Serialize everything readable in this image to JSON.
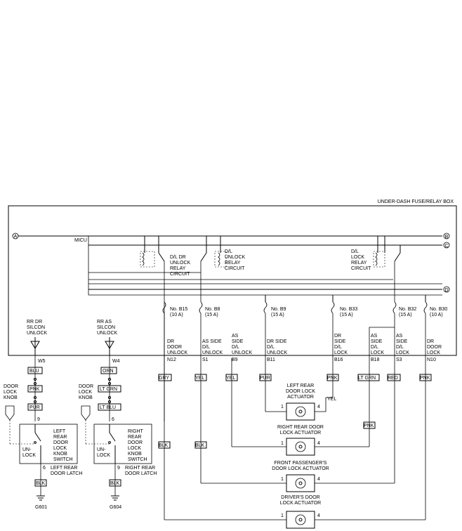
{
  "box_title": "UNDER-DASH FUSE/RELAY BOX",
  "buses": {
    "a": "A",
    "b": "B",
    "c": "C",
    "d": "D",
    "micu": "MICU"
  },
  "relays": {
    "dr_unlock": [
      "D/L DR",
      "UNLOCK",
      "RELAY",
      "CIRCUIT"
    ],
    "unlock": [
      "D/L",
      "UNLOCK",
      "RELAY",
      "CIRCUIT"
    ],
    "lock": [
      "D/L",
      "LOCK",
      "RELAY",
      "CIRCUIT"
    ]
  },
  "fuses": [
    {
      "no": "No. B15",
      "rating": "(10 A)"
    },
    {
      "no": "No. B8",
      "rating": "(15 A)"
    },
    {
      "no": "No. B9",
      "rating": "(15 A)"
    },
    {
      "no": "No. B33",
      "rating": "(15 A)"
    },
    {
      "no": "No. B32",
      "rating": "(15 A)"
    },
    {
      "no": "No. B30",
      "rating": "(10 A)"
    }
  ],
  "outputs": [
    {
      "lines": [
        "DR",
        "DOOR",
        "UNLOCK"
      ],
      "terminal": "N12"
    },
    {
      "lines": [
        "AS SIDE",
        "D/L",
        "UNLOCK"
      ],
      "terminal": "S1"
    },
    {
      "lines": [
        "AS",
        "SIDE",
        "D/L",
        "UNLOCK"
      ],
      "terminal": "B9"
    },
    {
      "lines": [
        "DR SIDE",
        "D/L",
        "UNLOCK"
      ],
      "terminal": "B11"
    },
    {
      "lines": [
        "DR",
        "SIDE",
        "D/L",
        "LOCK"
      ],
      "terminal": "B16"
    },
    {
      "lines": [
        "AS",
        "SIDE",
        "D/L",
        "LOCK"
      ],
      "terminal": "B18"
    },
    {
      "lines": [
        "AS",
        "SIDE",
        "D/L",
        "LOCK"
      ],
      "terminal": "S3"
    },
    {
      "lines": [
        "DR",
        "DOOR",
        "LOCK"
      ],
      "terminal": "N10"
    }
  ],
  "wires": {
    "gry": "GRY",
    "yel1": "YEL",
    "yel2": "YEL",
    "pur": "PUR",
    "pnk1": "PNK",
    "ltgrn": "LT GRN",
    "red": "RED",
    "pnk2": "PNK",
    "yel3": "YEL",
    "pnk3": "PNK",
    "blk1": "BLK",
    "blk2": "BLK"
  },
  "inputs": [
    {
      "lines": [
        "RR DR",
        "SILCON",
        "UNLOCK"
      ],
      "terminal": "W5",
      "wires": [
        "BLU",
        "PNK",
        "PUR"
      ],
      "pin": "9"
    },
    {
      "lines": [
        "RR AS",
        "SILCON",
        "UNLOCK"
      ],
      "terminal": "W4",
      "wires": [
        "ORN",
        "LT GRN",
        "LT BLU"
      ],
      "pin": "6"
    }
  ],
  "knobs": {
    "left": [
      "DOOR",
      "LOCK",
      "KNOB"
    ],
    "right": [
      "DOOR",
      "LOCK",
      "KNOB"
    ]
  },
  "switches": [
    {
      "un": "UN-",
      "lock": "LOCK",
      "lines": [
        "LEFT",
        "REAR",
        "DOOR",
        "LOCK",
        "KNOB",
        "SWITCH"
      ],
      "pin_bottom": "6",
      "latch": "LEFT REAR",
      "latch2": "DOOR LATCH",
      "blk": "BLK",
      "ground": "G601"
    },
    {
      "un": "UN-",
      "lock": "LOCK",
      "lines": [
        "RIGHT",
        "REAR",
        "DOOR",
        "LOCK",
        "KNOB",
        "SWITCH"
      ],
      "pin_bottom": "9",
      "latch": "RIGHT REAR",
      "latch2": "DOOR LATCH",
      "blk": "BLK",
      "ground": "G604"
    }
  ],
  "actuators": [
    {
      "lines": [
        "LEFT REAR",
        "DOOR LOCK",
        "ACTUATOR"
      ],
      "pin1": "1",
      "pin4": "4"
    },
    {
      "lines": [
        "RIGHT REAR DOOR",
        "LOCK ACTUATOR"
      ],
      "pin1": "1",
      "pin4": "4"
    },
    {
      "lines": [
        "FRONT PASSENGER'S",
        "DOOR LOCK ACTUATOR"
      ],
      "pin1": "1",
      "pin4": "4"
    },
    {
      "lines": [
        "DRIVER'S DOOR",
        "LOCK ACTUATOR"
      ],
      "pin1": "1",
      "pin4": "4"
    }
  ]
}
